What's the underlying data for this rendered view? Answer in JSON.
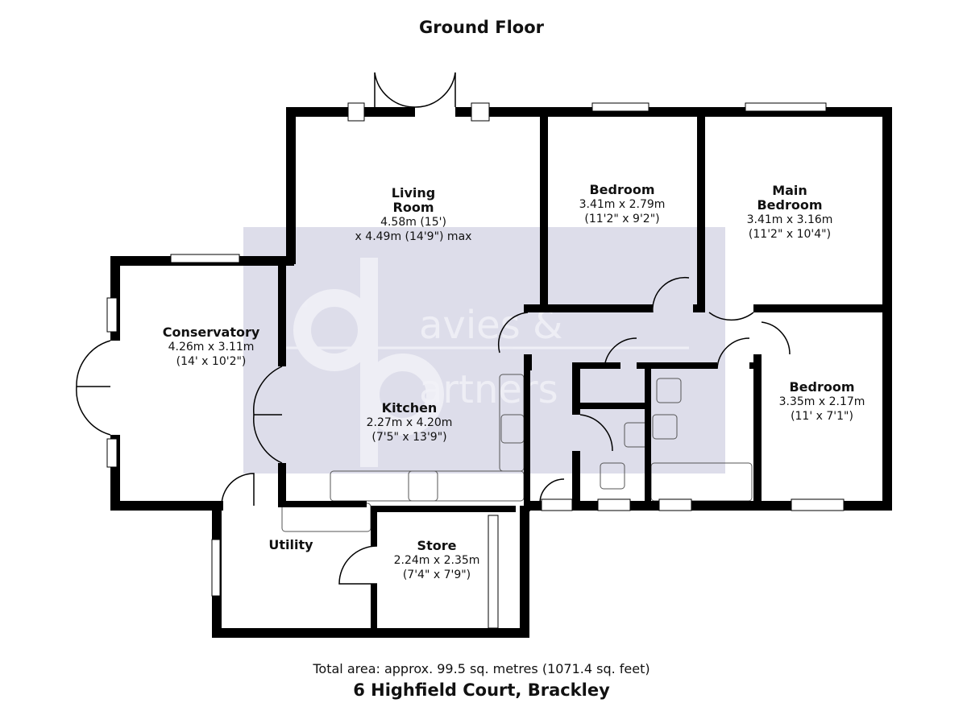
{
  "title": "Ground Floor",
  "watermark": "davies & partners",
  "rooms": {
    "living": {
      "name1": "Living",
      "name2": "Room",
      "dim1": "4.58m (15')",
      "dim2": "x 4.49m (14'9\") max"
    },
    "bedroom1": {
      "name": "Bedroom",
      "dim1": "3.41m x 2.79m",
      "dim2": "(11'2\" x 9'2\")"
    },
    "main_bedroom": {
      "name1": "Main",
      "name2": "Bedroom",
      "dim1": "3.41m x 3.16m",
      "dim2": "(11'2\" x 10'4\")"
    },
    "conservatory": {
      "name": "Conservatory",
      "dim1": "4.26m x 3.11m",
      "dim2": "(14' x 10'2\")"
    },
    "kitchen": {
      "name": "Kitchen",
      "dim1": "2.27m x 4.20m",
      "dim2": "(7'5\" x 13'9\")"
    },
    "bedroom2": {
      "name": "Bedroom",
      "dim1": "3.35m x 2.17m",
      "dim2": "(11' x 7'1\")"
    },
    "utility": {
      "name": "Utility"
    },
    "store": {
      "name": "Store",
      "dim1": "2.24m x 2.35m",
      "dim2": "(7'4\" x 7'9\")"
    }
  },
  "footer": {
    "total_area": "Total area: approx. 99.5 sq. metres (1071.4 sq. feet)",
    "address": "6 Highfield Court, Brackley"
  },
  "colors": {
    "wall": "#000000",
    "floor": "#ffffff",
    "watermark_band": "#d9d9e8"
  }
}
